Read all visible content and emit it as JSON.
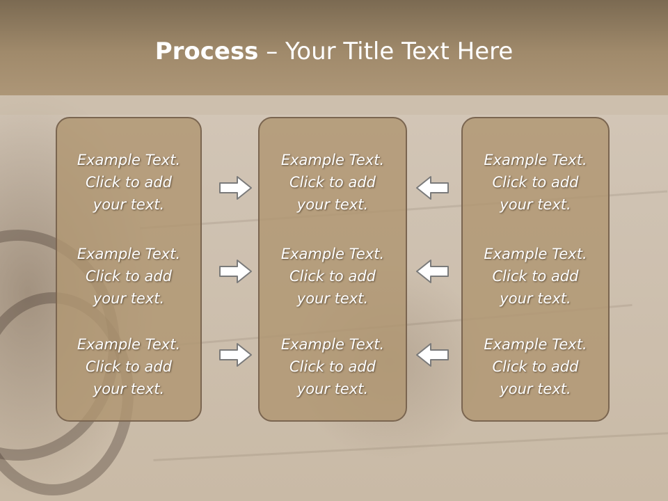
{
  "title": {
    "bold": "Process",
    "rest": " – Your Title Text Here"
  },
  "columns": [
    {
      "items": [
        "Example Text.\nClick  to add\nyour text.",
        "Example Text.\nClick  to add\nyour text.",
        "Example Text.\nClick  to add\nyour text."
      ]
    },
    {
      "items": [
        "Example Text.\nClick  to add\nyour text.",
        "Example Text.\nClick  to add\nyour text.",
        "Example Text.\nClick  to add\nyour text."
      ]
    },
    {
      "items": [
        "Example Text.\nClick  to add\nyour text.",
        "Example Text.\nClick  to add\nyour text.",
        "Example Text.\nClick  to add\nyour text."
      ]
    }
  ],
  "arrows": {
    "left_group": "right-arrow-icon",
    "right_group": "left-arrow-icon"
  },
  "colors": {
    "box_fill": "#b09672",
    "box_border": "#7a6550",
    "title_band": "#a08a6b",
    "arrow_stroke": "#7a7a7a"
  }
}
